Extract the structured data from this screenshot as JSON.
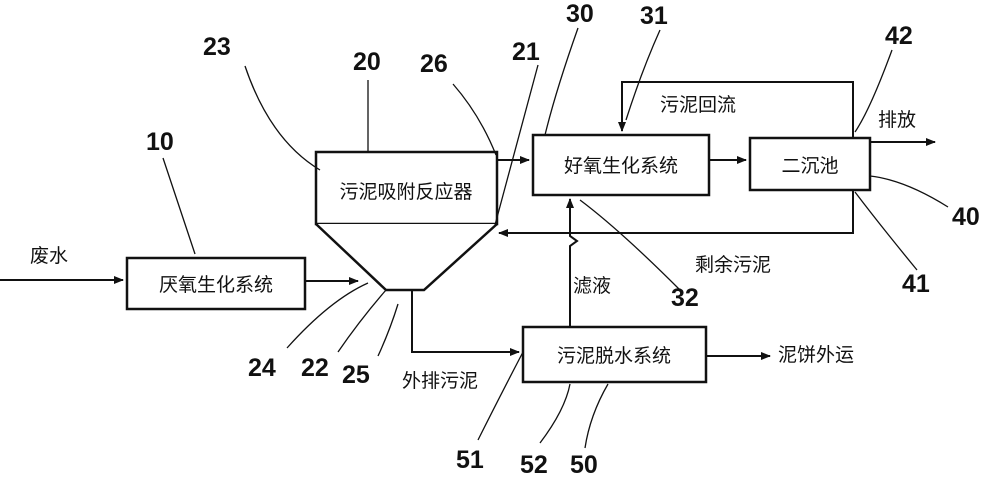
{
  "blocks": {
    "anaerobic": "厌氧生化系统",
    "adsorption": "污泥吸附反应器",
    "aerobic": "好氧生化系统",
    "clarifier": "二沉池",
    "dewatering": "污泥脱水系统"
  },
  "flows": {
    "wastewater": "废水",
    "discharge": "排放",
    "sludge_return": "污泥回流",
    "excess_sludge": "剩余污泥",
    "filtrate": "滤液",
    "external_sludge": "外排污泥",
    "cake_out": "泥饼外运"
  },
  "refs": {
    "r10": "10",
    "r20": "20",
    "r21": "21",
    "r22": "22",
    "r23": "23",
    "r24": "24",
    "r25": "25",
    "r26": "26",
    "r30": "30",
    "r31": "31",
    "r32": "32",
    "r40": "40",
    "r41": "41",
    "r42": "42",
    "r50": "50",
    "r51": "51",
    "r52": "52"
  }
}
